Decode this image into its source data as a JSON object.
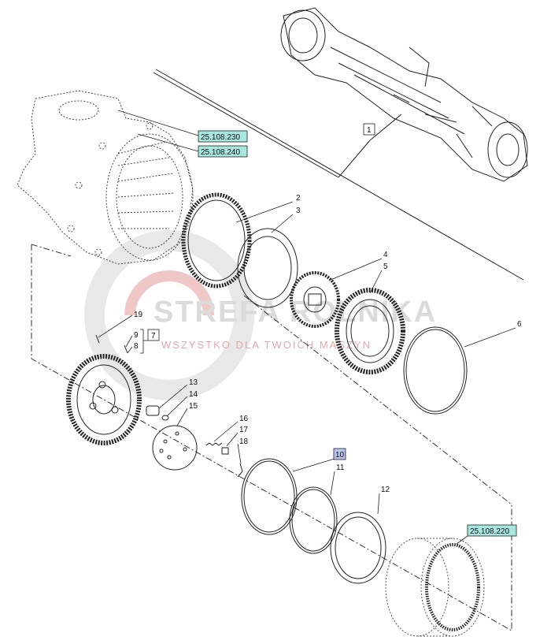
{
  "watermark": {
    "title": "STREFA ROLNIKA",
    "subtitle": "WSZYSTKO DLA TWOICH MASZYN"
  },
  "references": {
    "ref_1": "25.108.230",
    "ref_2": "25.108.240",
    "ref_3": "25.108.220"
  },
  "parts": {
    "p1": "1",
    "p2": "2",
    "p3": "3",
    "p4": "4",
    "p5": "5",
    "p6": "6",
    "p7": "7",
    "p8": "8",
    "p9": "9",
    "p10": "10",
    "p11": "11",
    "p12": "12",
    "p13": "13",
    "p14": "14",
    "p15": "15",
    "p16": "16",
    "p17": "17",
    "p18": "18",
    "p19": "19"
  },
  "colors": {
    "ref_fill": "#a8e6e0",
    "highlight_fill": "#b8c4ec",
    "line": "#222222"
  }
}
